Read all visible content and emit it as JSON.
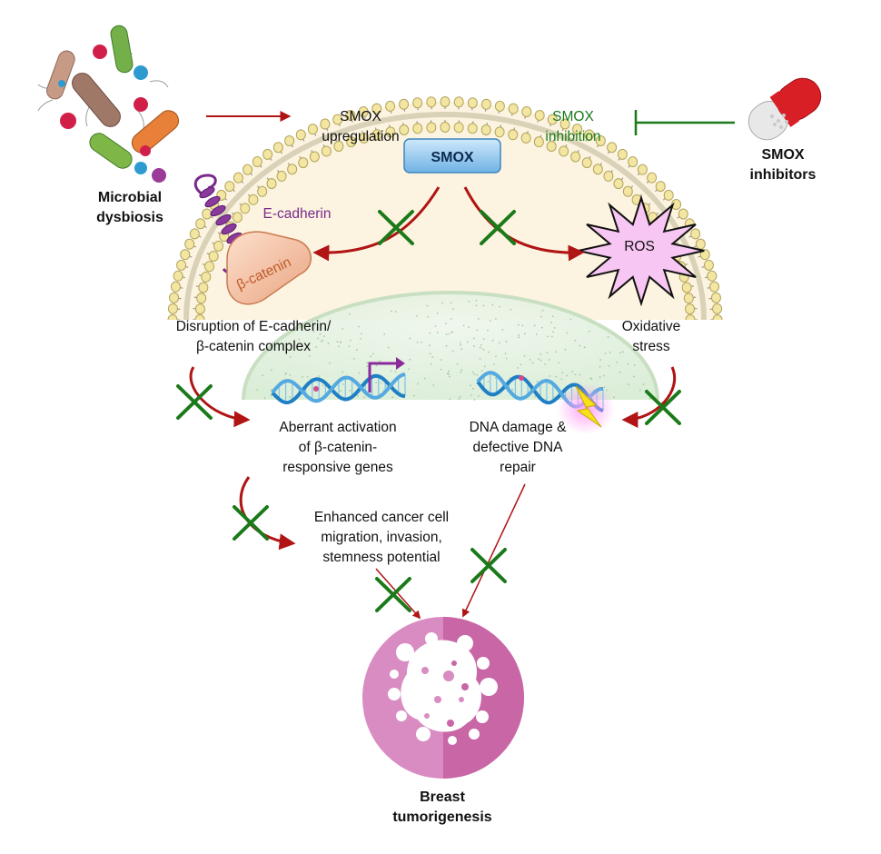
{
  "labels": {
    "microbial_line1": "Microbial",
    "microbial_line2": "dysbiosis",
    "smox_up_line1": "SMOX",
    "smox_up_line2": "upregulation",
    "smox_inh_line1": "SMOX",
    "smox_inh_line2": "inhibition",
    "inhibitors_line1": "SMOX",
    "inhibitors_line2": "inhibitors",
    "smox_box": "SMOX",
    "ecadherin": "E-cadherin",
    "bcatenin": "β-catenin",
    "ros": "ROS",
    "disruption_line1": "Disruption of E-cadherin/",
    "disruption_line2": "β-catenin complex",
    "oxidative_line1": "Oxidative",
    "oxidative_line2": "stress",
    "aberrant_line1": "Aberrant activation",
    "aberrant_line2": "of β-catenin-",
    "aberrant_line3": "responsive genes",
    "dna_line1": "DNA damage &",
    "dna_line2": "defective DNA",
    "dna_line3": "repair",
    "enhanced_line1": "Enhanced cancer cell",
    "enhanced_line2": "migration, invasion,",
    "enhanced_line3": "stemness potential",
    "breast_line1": "Breast",
    "breast_line2": "tumorigenesis"
  },
  "colors": {
    "arrow_red": "#b01414",
    "inhibit_green": "#1a7a1a",
    "membrane_head": "#f3e6a2",
    "cytoplasm": "#fcf4e0",
    "smox_box": "#8fc8ee",
    "ros_fill": "#f7c6f2",
    "tumor_left": "#d98cc2",
    "tumor_right": "#c866a6",
    "ecadherin_purple": "#7a2a8c",
    "bcatenin_text": "#c05a2a"
  },
  "icons": {
    "bacteria": "bacteria-cluster-icon",
    "pill": "capsule-pill-icon",
    "dna": "dna-helix-icon",
    "lightning": "lightning-bolt-icon",
    "tumor": "tumor-cell-icon"
  }
}
